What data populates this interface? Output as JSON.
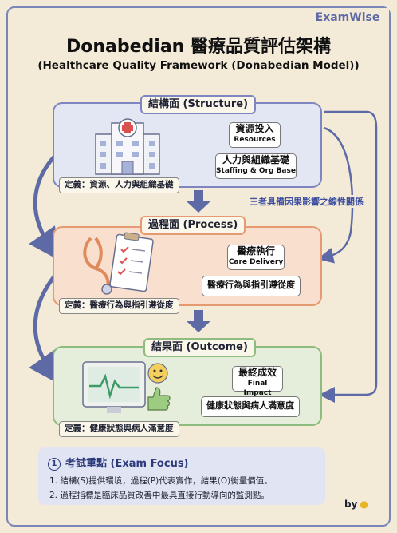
{
  "brand": "ExamWise",
  "title": "Donabedian 醫療品質評估架構",
  "subtitle": "(Healthcare Quality Framework (Donabedian Model))",
  "side_note": "三者具備因果影響之線性關係",
  "sections": {
    "structure": {
      "header": "結構面 (Structure)",
      "tag1_zh": "資源投入",
      "tag1_en": "Resources",
      "tag2_zh": "人力與組織基礎",
      "tag2_en": "Staffing & Org Base",
      "definition": "定義：資源、人力與組織基礎"
    },
    "process": {
      "header": "過程面 (Process)",
      "tag1_zh": "醫療執行",
      "tag1_en": "Care Delivery",
      "tag2": "醫療行為與指引遵從度",
      "definition": "定義：醫療行為與指引遵從度"
    },
    "outcome": {
      "header": "結果面 (Outcome)",
      "tag1_zh": "最終成效",
      "tag1_en": "Final Impact",
      "tag2": "健康狀態與病人滿意度",
      "definition": "定義：健康狀態與病人滿意度"
    }
  },
  "exam_focus": {
    "number": "1",
    "header": "考試重點 (Exam Focus)",
    "line1": "1. 結構(S)提供環境，過程(P)代表實作，結果(O)衡量價值。",
    "line2": "2. 過程指標是臨床品質改善中最具直接行動導向的監測點。"
  },
  "byline": "by",
  "colors": {
    "structure": "#7d86c0",
    "process": "#e69a72",
    "outcome": "#8ebc7e",
    "arrow": "#5d6aa6"
  },
  "icons": [
    "hospital-icon",
    "clipboard-stethoscope-icon",
    "monitor-thumbsup-icon",
    "banana-icon"
  ]
}
